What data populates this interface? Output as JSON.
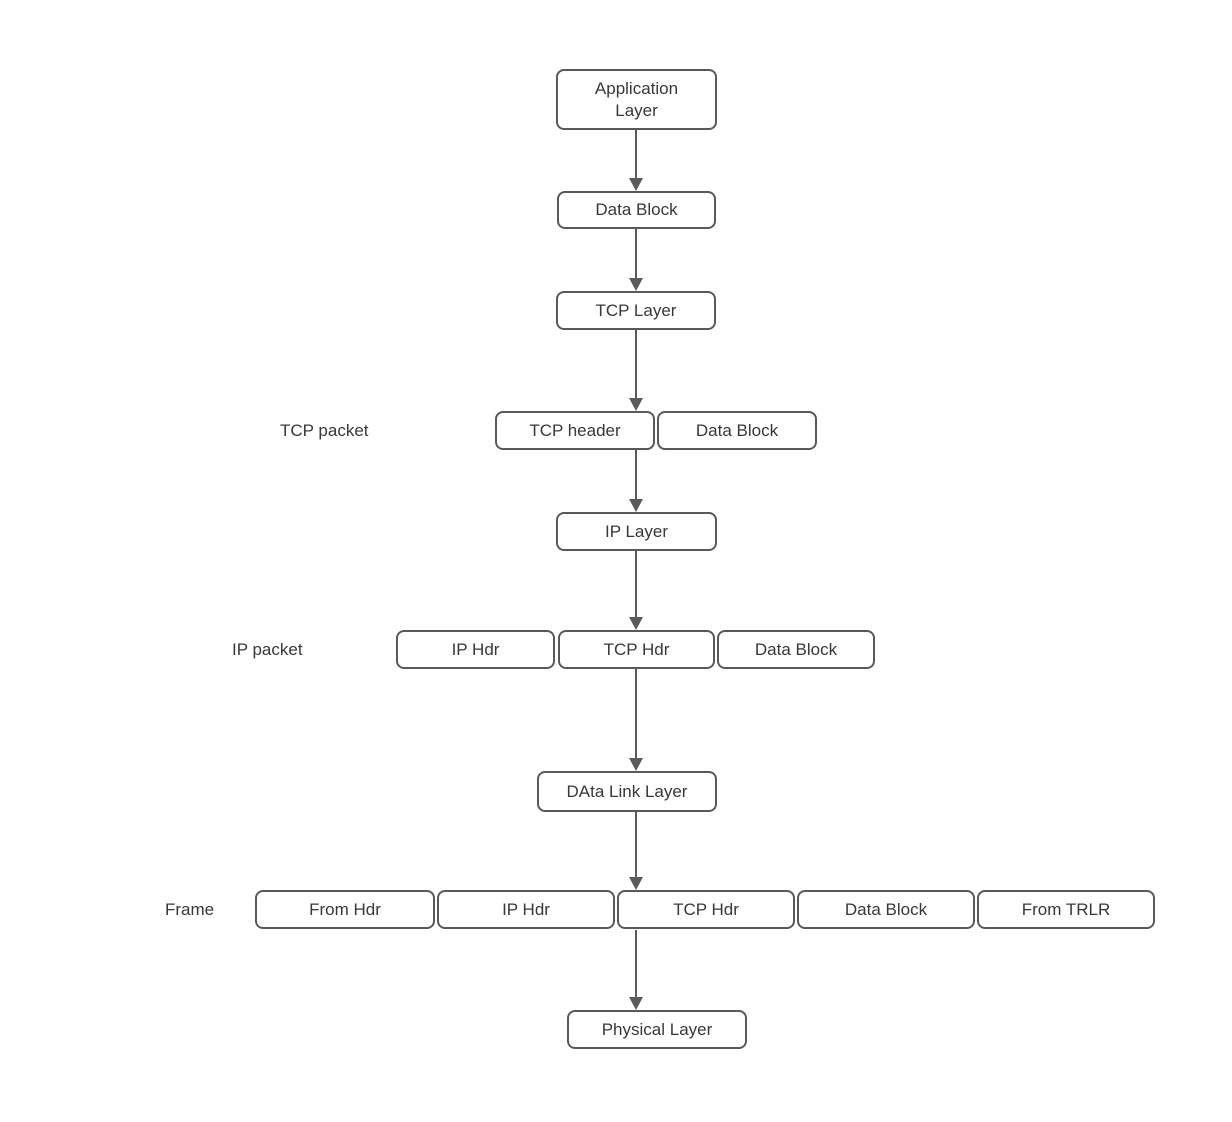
{
  "colors": {
    "background": "#ffffff",
    "node_border": "#595959",
    "node_text": "#383838",
    "arrow": "#5b5b5b"
  },
  "nodes": {
    "application_layer": "Application Layer",
    "data_block_top": "Data Block",
    "tcp_layer": "TCP Layer",
    "tcp_header": "TCP header",
    "tcp_packet_data_block": "Data Block",
    "ip_layer": "IP Layer",
    "ip_hdr": "IP Hdr",
    "ip_packet_tcp_hdr": "TCP Hdr",
    "ip_packet_data_block": "Data Block",
    "data_link_layer": "DAta Link Layer",
    "frame_from_hdr": "From Hdr",
    "frame_ip_hdr": "IP Hdr",
    "frame_tcp_hdr": "TCP Hdr",
    "frame_data_block": "Data Block",
    "frame_from_trlr": "From TRLR",
    "physical_layer": "Physical Layer"
  },
  "labels": {
    "tcp_packet": "TCP packet",
    "ip_packet": "IP packet",
    "frame": "Frame"
  }
}
